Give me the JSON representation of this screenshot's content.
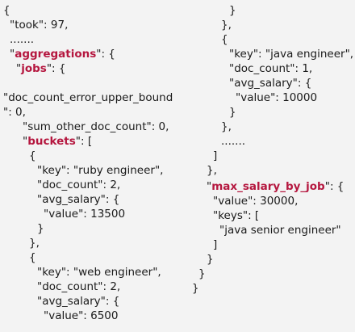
{
  "colors": {
    "background": "#f3f3f3",
    "text": "#1a1a1a",
    "highlight_key": "#b5173f"
  },
  "left": [
    {
      "text": "{"
    },
    {
      "text": "\"took\": 97,"
    },
    {
      "text": "......."
    },
    {
      "pre": "\"",
      "key": "aggregations",
      "post": "\": {"
    },
    {
      "pre": "\"",
      "key": "jobs",
      "post": "\": {"
    },
    {
      "text": "\"doc_count_error_upper_bound"
    },
    {
      "text": "\": 0,"
    },
    {
      "text": "\"sum_other_doc_count\": 0,"
    },
    {
      "pre": "\"",
      "key": "buckets",
      "post": "\": ["
    },
    {
      "text": "{"
    },
    {
      "text": "\"key\": \"ruby engineer\","
    },
    {
      "text": "\"doc_count\": 2,"
    },
    {
      "text": "\"avg_salary\": {"
    },
    {
      "text": "\"value\": 13500"
    },
    {
      "text": "}"
    },
    {
      "text": "},"
    },
    {
      "text": "{"
    },
    {
      "text": "\"key\": \"web engineer\","
    },
    {
      "text": "\"doc_count\": 2,"
    },
    {
      "text": "\"avg_salary\": {"
    },
    {
      "text": "\"value\": 6500"
    }
  ],
  "right": [
    {
      "text": "}"
    },
    {
      "text": "},"
    },
    {
      "text": "{"
    },
    {
      "text": "\"key\": \"java engineer\","
    },
    {
      "text": "\"doc_count\": 1,"
    },
    {
      "text": "\"avg_salary\": {"
    },
    {
      "text": "\"value\": 10000"
    },
    {
      "text": "}"
    },
    {
      "text": "},"
    },
    {
      "text": "......."
    },
    {
      "text": "]"
    },
    {
      "text": "},"
    },
    {
      "pre": "\"",
      "key": "max_salary_by_job",
      "post": "\": {"
    },
    {
      "text": "\"value\": 30000,"
    },
    {
      "text": "\"keys\": ["
    },
    {
      "text": "\"java senior engineer\""
    },
    {
      "text": "]"
    },
    {
      "text": "}"
    },
    {
      "text": "}"
    },
    {
      "text": "}"
    }
  ]
}
